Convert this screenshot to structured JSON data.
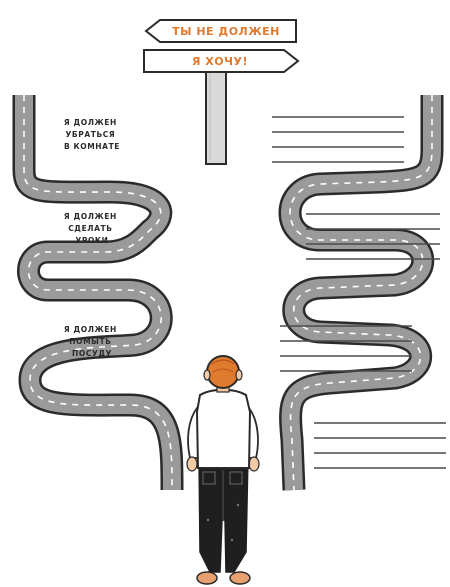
{
  "signpost": {
    "top_sign": "ТЫ НЕ ДОЛЖЕН",
    "bottom_sign": "Я ХОЧУ!"
  },
  "left_road": {
    "labels": [
      [
        "Я ДОЛЖЕН",
        "УБРАТЬСЯ",
        "В КОМНАТЕ"
      ],
      [
        "Я ДОЛЖЕН",
        "СДЕЛАТЬ",
        "УРОКИ"
      ],
      [
        "Я ДОЛЖЕН",
        "ПОМЫТЬ",
        "ПОСУДУ"
      ]
    ]
  },
  "right_road": {
    "blank_line_groups": 4
  },
  "colors": {
    "ink": "#2b2b2b",
    "road": "#9a9a9a",
    "sign_text": "#e07a2e",
    "hair": "#e07a2e",
    "post": "#d9d9d9",
    "line": "#4a4a4a"
  },
  "icons": [
    "signpost-icon",
    "boy-figure-icon"
  ]
}
